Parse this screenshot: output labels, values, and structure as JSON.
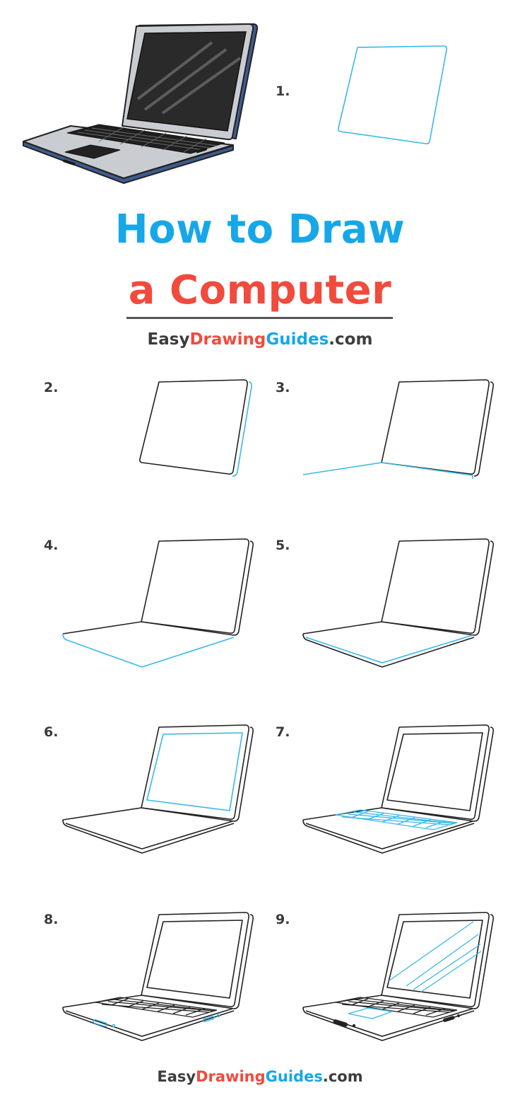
{
  "title": {
    "line1": "How to Draw",
    "line2": "a Computer"
  },
  "brand": {
    "part1": "Easy",
    "part2": "Drawing",
    "part3": "Guides",
    "part4": ".com"
  },
  "steps": [
    "1.",
    "2.",
    "3.",
    "4.",
    "5.",
    "6.",
    "7.",
    "8.",
    "9."
  ],
  "colors": {
    "title_blue": "#16a7e8",
    "title_red": "#f04b3c",
    "guide_blue": "#3bb7ea",
    "line": "#222222",
    "laptop_body": "#c9cdd2",
    "laptop_edge": "#3f5b8e",
    "screen": "#2a2a2a"
  }
}
